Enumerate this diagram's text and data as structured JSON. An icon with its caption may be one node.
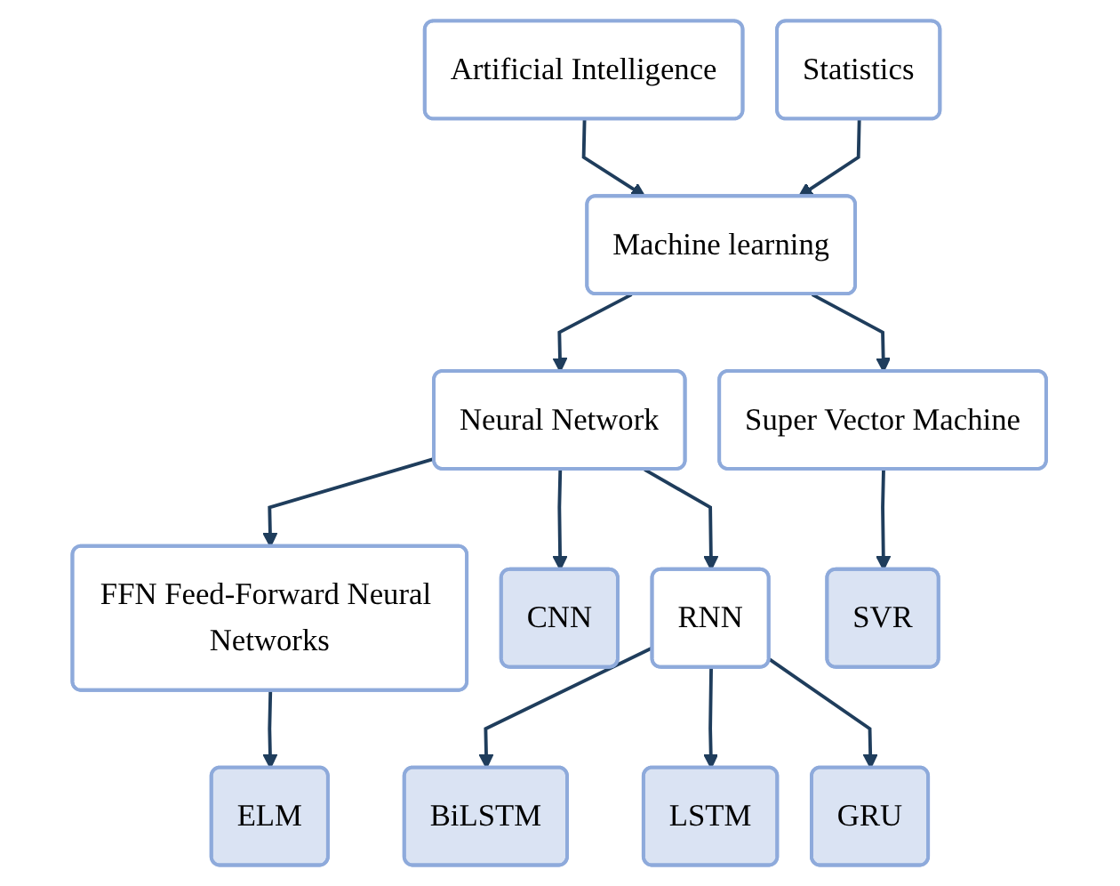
{
  "diagram": {
    "nodes": [
      {
        "text": [
          "Artificial Intelligence"
        ]
      },
      {
        "text": [
          "Statistics"
        ]
      },
      {
        "text": [
          "Machine learning"
        ]
      },
      {
        "text": [
          "Neural Network"
        ]
      },
      {
        "text": [
          "Super Vector Machine"
        ]
      },
      {
        "text": [
          "FFN Feed-Forward Neural Networks"
        ]
      },
      {
        "text": [
          "CNN"
        ]
      },
      {
        "text": [
          "RNN"
        ]
      },
      {
        "text": [
          "SVR"
        ]
      },
      {
        "text": [
          "ELM"
        ]
      },
      {
        "text": [
          "BiLSTM"
        ]
      },
      {
        "text": [
          "LSTM"
        ]
      },
      {
        "text": [
          "GRU"
        ]
      }
    ],
    "edges": [
      {
        "from": 0,
        "to": 2,
        "arrow": "to"
      },
      {
        "from": 1,
        "to": 2,
        "arrow": "to"
      },
      {
        "from": 2,
        "to": 3,
        "arrow": "to"
      },
      {
        "from": 2,
        "to": 4,
        "arrow": "to"
      },
      {
        "from": 3,
        "to": 5,
        "arrow": "to"
      },
      {
        "from": 3,
        "to": 6,
        "arrow": "to"
      },
      {
        "from": 3,
        "to": 7,
        "arrow": "to"
      },
      {
        "from": 4,
        "to": 8,
        "arrow": "to"
      },
      {
        "from": 5,
        "to": 9,
        "arrow": "to"
      },
      {
        "from": 7,
        "to": 10,
        "arrow": "to"
      },
      {
        "from": 7,
        "to": 11,
        "arrow": "to"
      },
      {
        "from": 7,
        "to": 12,
        "arrow": "to"
      }
    ]
  }
}
